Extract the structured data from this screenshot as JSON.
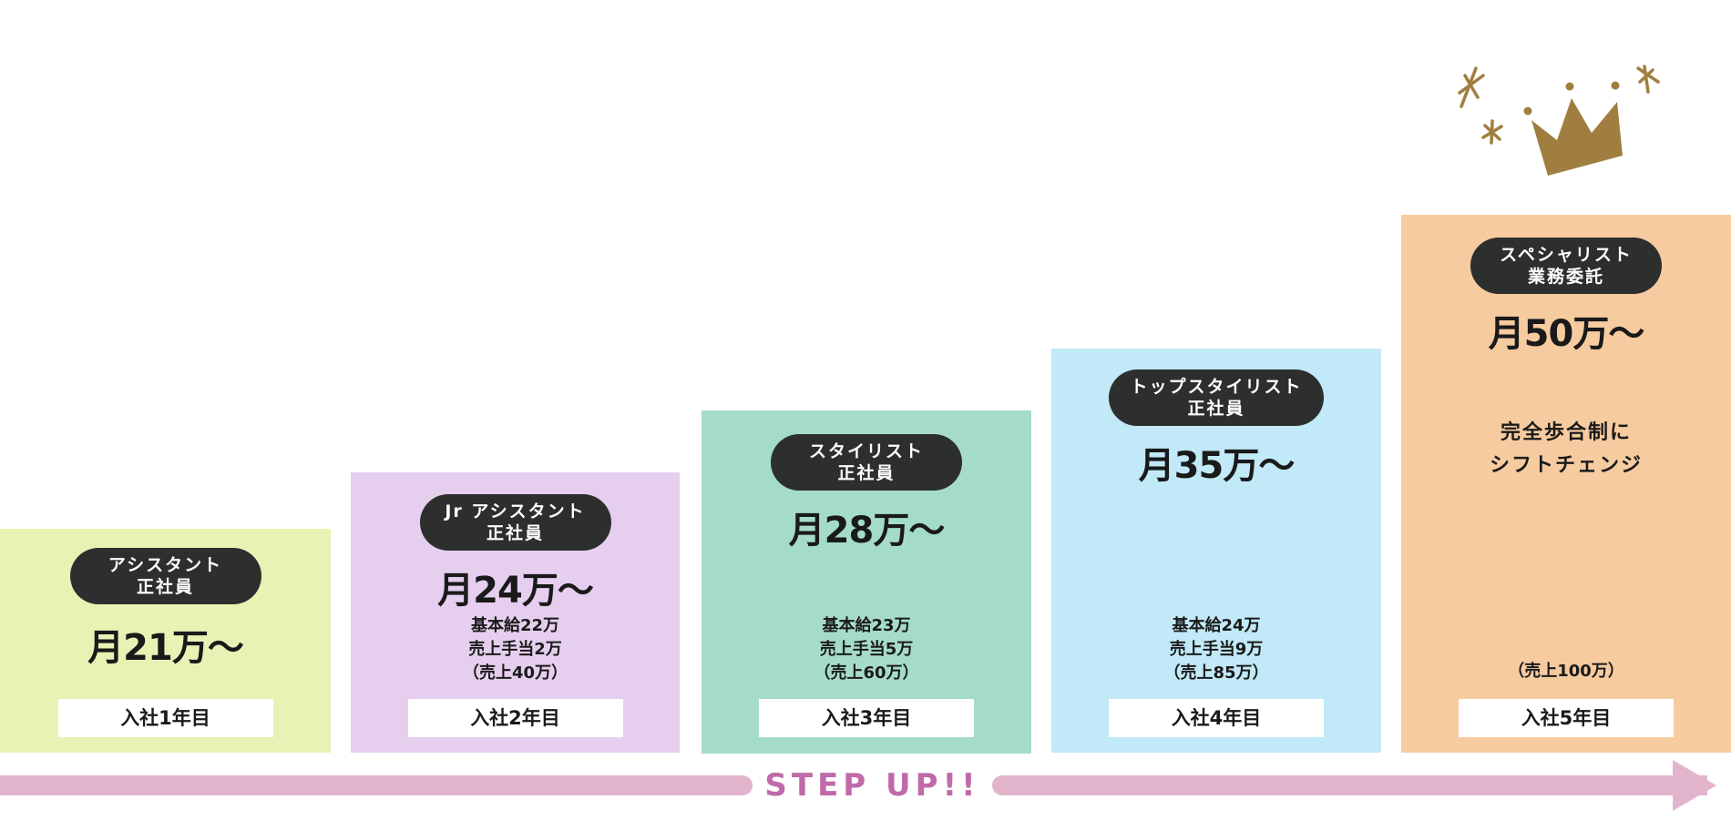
{
  "colors": {
    "step1_bg": "#e9f2b5",
    "step2_bg": "#e6cfee",
    "step3_bg": "#a5dcc8",
    "step4_bg": "#c1e9f7",
    "step5_bg": "#f7cba0",
    "pill_bg": "#2d2e2e",
    "arrow": "#e2b4cc",
    "stepup_text": "#c06aa9",
    "crown": "#a07e40"
  },
  "steps": [
    {
      "role": "アシスタント",
      "employment": "正社員",
      "salary": "月21万〜",
      "details": [],
      "year": "入社1年目"
    },
    {
      "role": "Jr アシスタント",
      "employment": "正社員",
      "salary": "月24万〜",
      "details": [
        "基本給22万",
        "売上手当2万",
        "（売上40万）"
      ],
      "year": "入社2年目"
    },
    {
      "role": "スタイリスト",
      "employment": "正社員",
      "salary": "月28万〜",
      "details": [
        "基本給23万",
        "売上手当5万",
        "（売上60万）"
      ],
      "year": "入社3年目"
    },
    {
      "role": "トップスタイリスト",
      "employment": "正社員",
      "salary": "月35万〜",
      "details": [
        "基本給24万",
        "売上手当9万",
        "（売上85万）"
      ],
      "year": "入社4年目"
    },
    {
      "role": "スペシャリスト",
      "employment": "業務委託",
      "salary": "月50万〜",
      "note": [
        "完全歩合制に",
        "シフトチェンジ"
      ],
      "details": [
        "（売上100万）"
      ],
      "year": "入社5年目"
    }
  ],
  "arrow": {
    "label": "STEP UP!!"
  },
  "decoration": {
    "icon": "crown-icon"
  }
}
